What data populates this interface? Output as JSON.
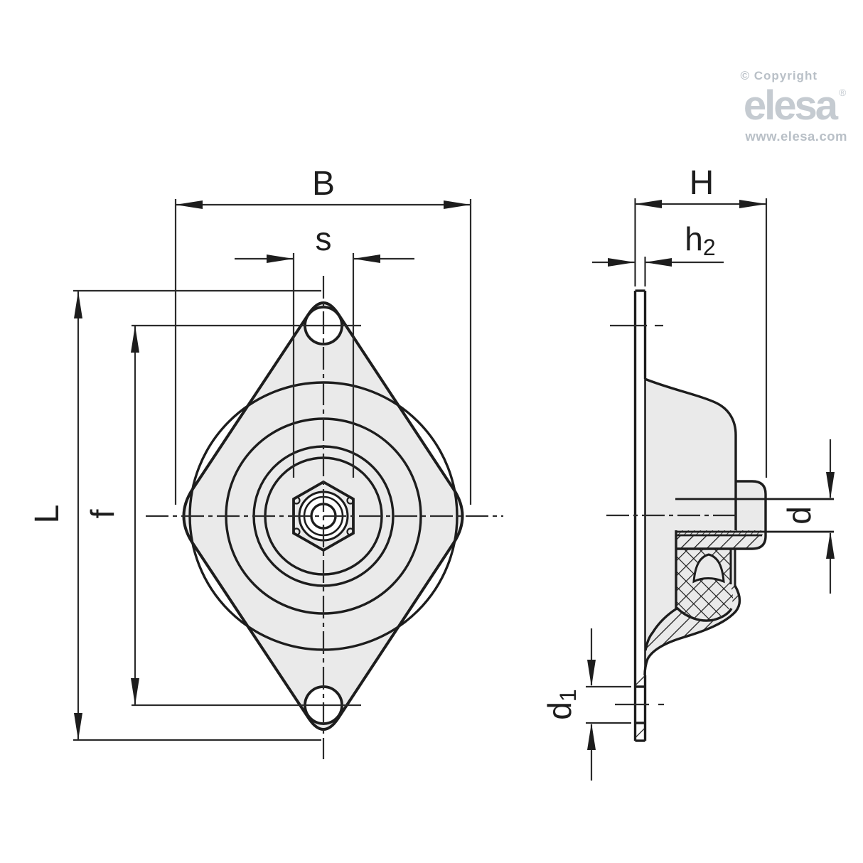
{
  "page": {
    "background": "#ffffff"
  },
  "branding": {
    "copyright": "© Copyright",
    "logo_text": "elesa",
    "registered_mark": "®",
    "website": "www.elesa.com",
    "logo_color": "#c5cbd1",
    "muted_color": "#b9c0c7"
  },
  "drawing": {
    "type": "engineering-2-view-drawing",
    "part": "conical vibration damping mount with diamond flange",
    "line_color": "#1d1d1d",
    "thin_line_color": "#2b2b2b",
    "fill_gray": "#eaeaea",
    "labels": {
      "B": "B",
      "s": "s",
      "H": "H",
      "h2_main": "h",
      "h2_sub": "2",
      "L": "L",
      "f": "f",
      "d": "d",
      "d1_main": "d",
      "d1_sub": "1"
    }
  }
}
